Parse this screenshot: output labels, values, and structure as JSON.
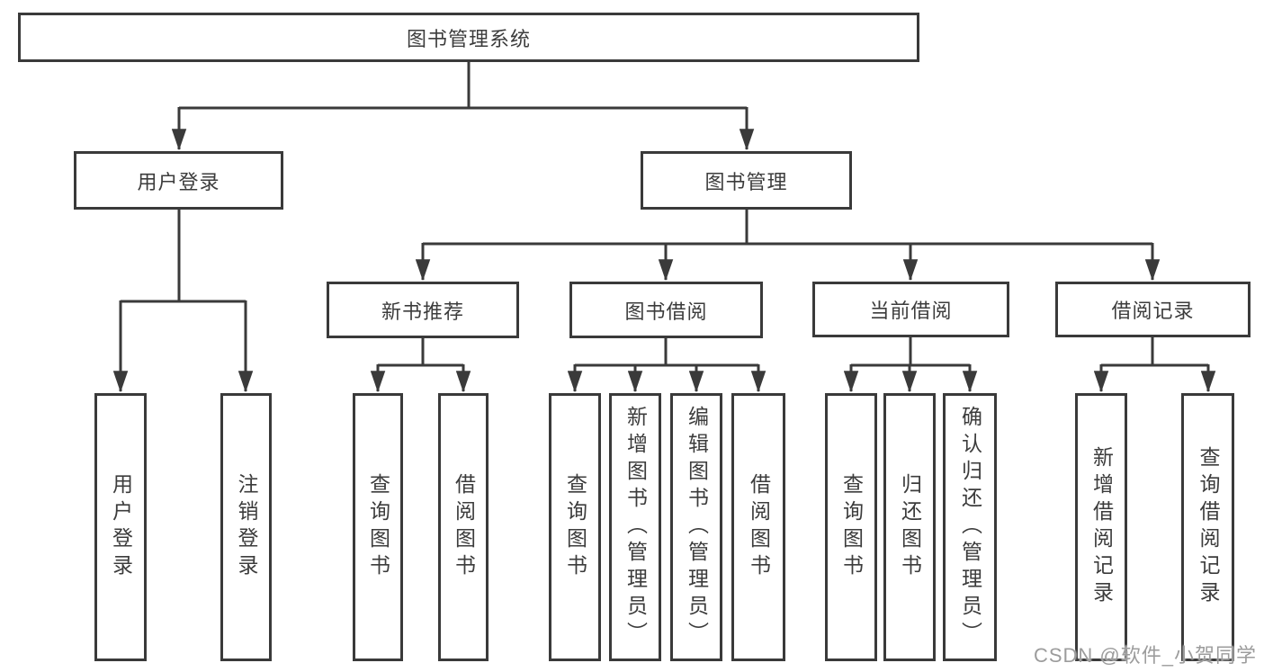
{
  "diagram": {
    "root": "图书管理系统",
    "branches": [
      {
        "label": "用户登录",
        "children": [
          {
            "label": "用户登录"
          },
          {
            "label": "注销登录"
          }
        ]
      },
      {
        "label": "图书管理",
        "sections": [
          {
            "label": "新书推荐",
            "children": [
              {
                "label": "查询图书"
              },
              {
                "label": "借阅图书"
              }
            ]
          },
          {
            "label": "图书借阅",
            "children": [
              {
                "label": "查询图书"
              },
              {
                "label": "新增图书（管理员）"
              },
              {
                "label": "编辑图书（管理员）"
              },
              {
                "label": "借阅图书"
              }
            ]
          },
          {
            "label": "当前借阅",
            "children": [
              {
                "label": "查询图书"
              },
              {
                "label": "归还图书"
              },
              {
                "label": "确认归还（管理员）"
              }
            ]
          },
          {
            "label": "借阅记录",
            "children": [
              {
                "label": "新增借阅记录"
              },
              {
                "label": "查询借阅记录"
              }
            ]
          }
        ]
      }
    ]
  },
  "colors": {
    "line": "#3a3a3a",
    "text": "#3c3c3c",
    "watermark": "#9c9c9c"
  },
  "watermark": "CSDN @软件_小贺同学"
}
